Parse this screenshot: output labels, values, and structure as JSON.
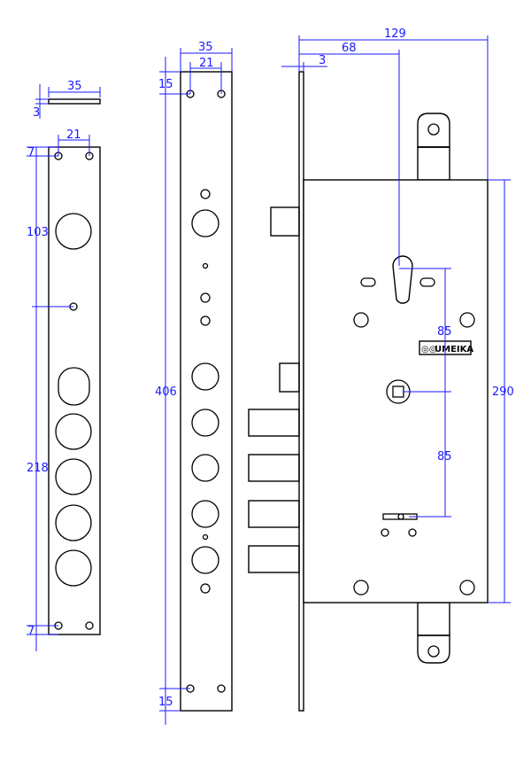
{
  "dimensions": {
    "left_width": "35",
    "left_thickness": "3",
    "left_hole_spacing": "21",
    "left_top_offset": "7",
    "left_upper": "103",
    "left_lower": "218",
    "left_bottom_offset": "7",
    "mid_width": "35",
    "mid_hole_spacing": "21",
    "mid_top_offset": "15",
    "mid_length": "406",
    "mid_bottom_offset": "15",
    "lock_depth": "129",
    "backset": "68",
    "plate_thickness": "3",
    "upper_distance": "85",
    "lower_distance": "85",
    "case_height": "290"
  },
  "brand": "UMEIKA",
  "colors": {
    "dimension": "#1a1aff",
    "outline": "#000000",
    "background": "#ffffff"
  }
}
